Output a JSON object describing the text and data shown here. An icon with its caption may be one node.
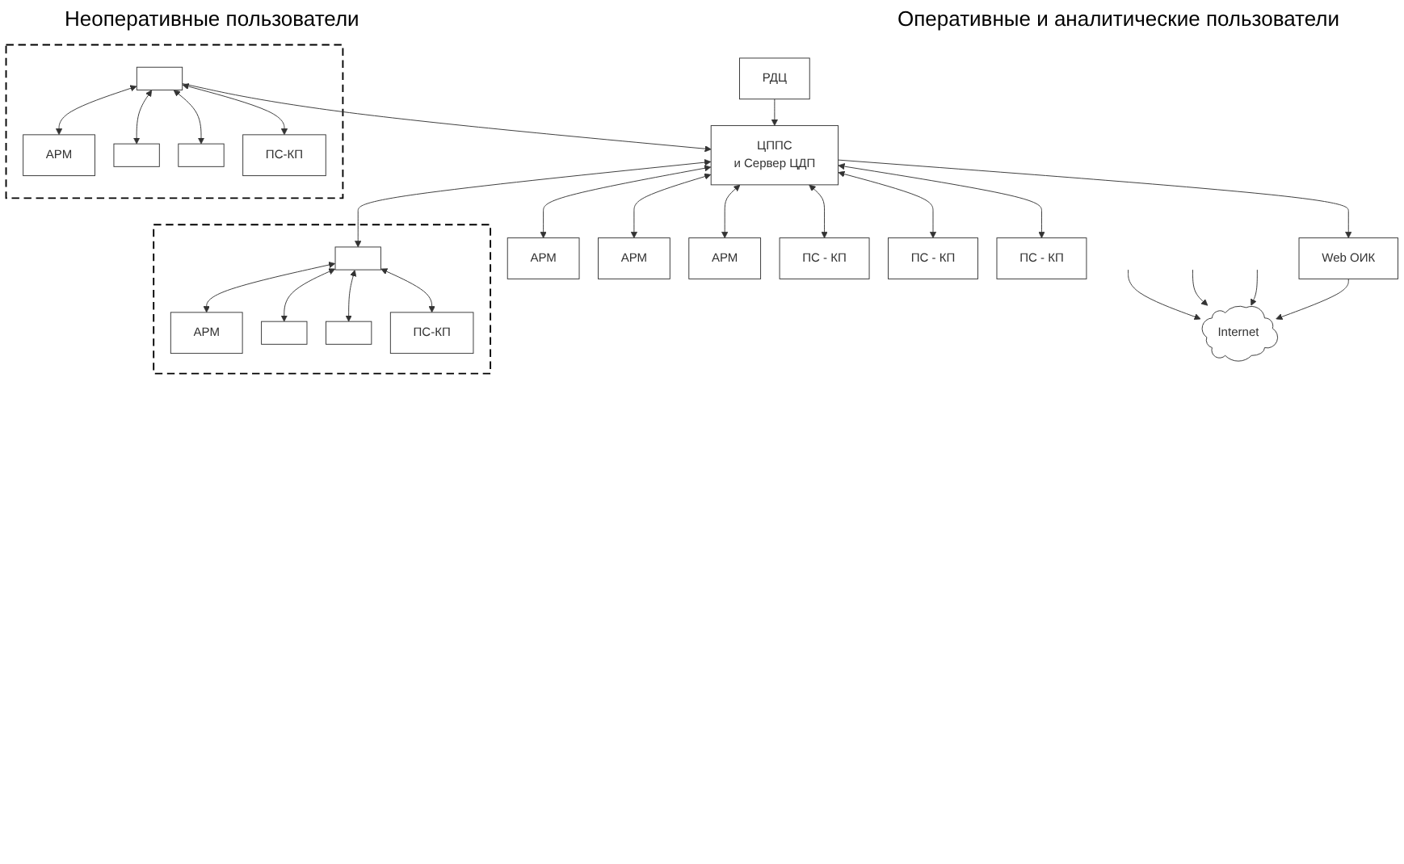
{
  "diagram": {
    "nodes": [
      {
        "text": [
          "Internet"
        ]
      },
      {
        "text": [
          "Web ОИК"
        ]
      },
      {
        "text": [
          "РДЦ"
        ]
      },
      {
        "text": [
          "ЦППС",
          "и Сервер ЦДП"
        ]
      },
      {
        "text": [
          "АРМ"
        ]
      },
      {
        "text": [
          "АРМ"
        ]
      },
      {
        "text": [
          "АРМ"
        ]
      },
      {
        "text": [],
        "shape": "box"
      },
      {
        "text": [],
        "shape": "box",
        "in": 7
      },
      {
        "text": [
          "АРМ"
        ],
        "in": 7
      },
      {
        "text": [],
        "shape": "box",
        "in": 7
      },
      {
        "text": [],
        "shape": "box",
        "in": 7
      },
      {
        "text": [
          "ПС-КП"
        ],
        "in": 7
      },
      {
        "text": [],
        "shape": "box"
      },
      {
        "text": [],
        "shape": "box",
        "in": 13
      },
      {
        "text": [
          "АРМ"
        ],
        "in": 13
      },
      {
        "text": [],
        "shape": "box",
        "in": 13
      },
      {
        "text": [],
        "shape": "box",
        "in": 13
      },
      {
        "text": [
          "ПС-КП"
        ],
        "in": 13
      },
      {
        "text": [
          "ПС - КП"
        ]
      },
      {
        "text": [
          "ПС - КП"
        ]
      },
      {
        "text": [
          "ПС - КП"
        ]
      }
    ],
    "edges": [
      {
        "from": null,
        "to": 0,
        "arrow": "to"
      },
      {
        "from": null,
        "to": 0,
        "arrow": "to"
      },
      {
        "from": null,
        "to": 0,
        "arrow": "to"
      },
      {
        "from": 1,
        "to": 0,
        "arrow": "to"
      },
      {
        "from": 3,
        "to": 1,
        "arrow": "to"
      },
      {
        "from": 2,
        "to": 3,
        "arrow": "to"
      },
      {
        "from": 3,
        "to": 4,
        "arrow": "both"
      },
      {
        "from": 3,
        "to": 5,
        "arrow": "both"
      },
      {
        "from": 3,
        "to": 6,
        "arrow": "both"
      },
      {
        "from": 3,
        "to": 8,
        "arrow": "both"
      },
      {
        "from": 14,
        "to": 3,
        "arrow": "to"
      },
      {
        "from": 3,
        "to": 19,
        "arrow": "both"
      },
      {
        "from": 3,
        "to": 20,
        "arrow": "both"
      },
      {
        "from": 3,
        "to": 21,
        "arrow": "both"
      },
      {
        "from": 8,
        "to": 9,
        "arrow": "both"
      },
      {
        "from": 8,
        "to": 10,
        "arrow": "both"
      },
      {
        "from": 8,
        "to": 11,
        "arrow": "both"
      },
      {
        "from": 8,
        "to": 12,
        "arrow": "both"
      },
      {
        "from": 14,
        "to": 15,
        "arrow": "both"
      },
      {
        "from": 14,
        "to": 16,
        "arrow": "both"
      },
      {
        "from": 14,
        "to": 17,
        "arrow": "both"
      },
      {
        "from": 14,
        "to": 18,
        "arrow": "both"
      }
    ],
    "labels": [
      "Неоперативные пользователи",
      "Оперативные и аналитические пользователи"
    ]
  }
}
